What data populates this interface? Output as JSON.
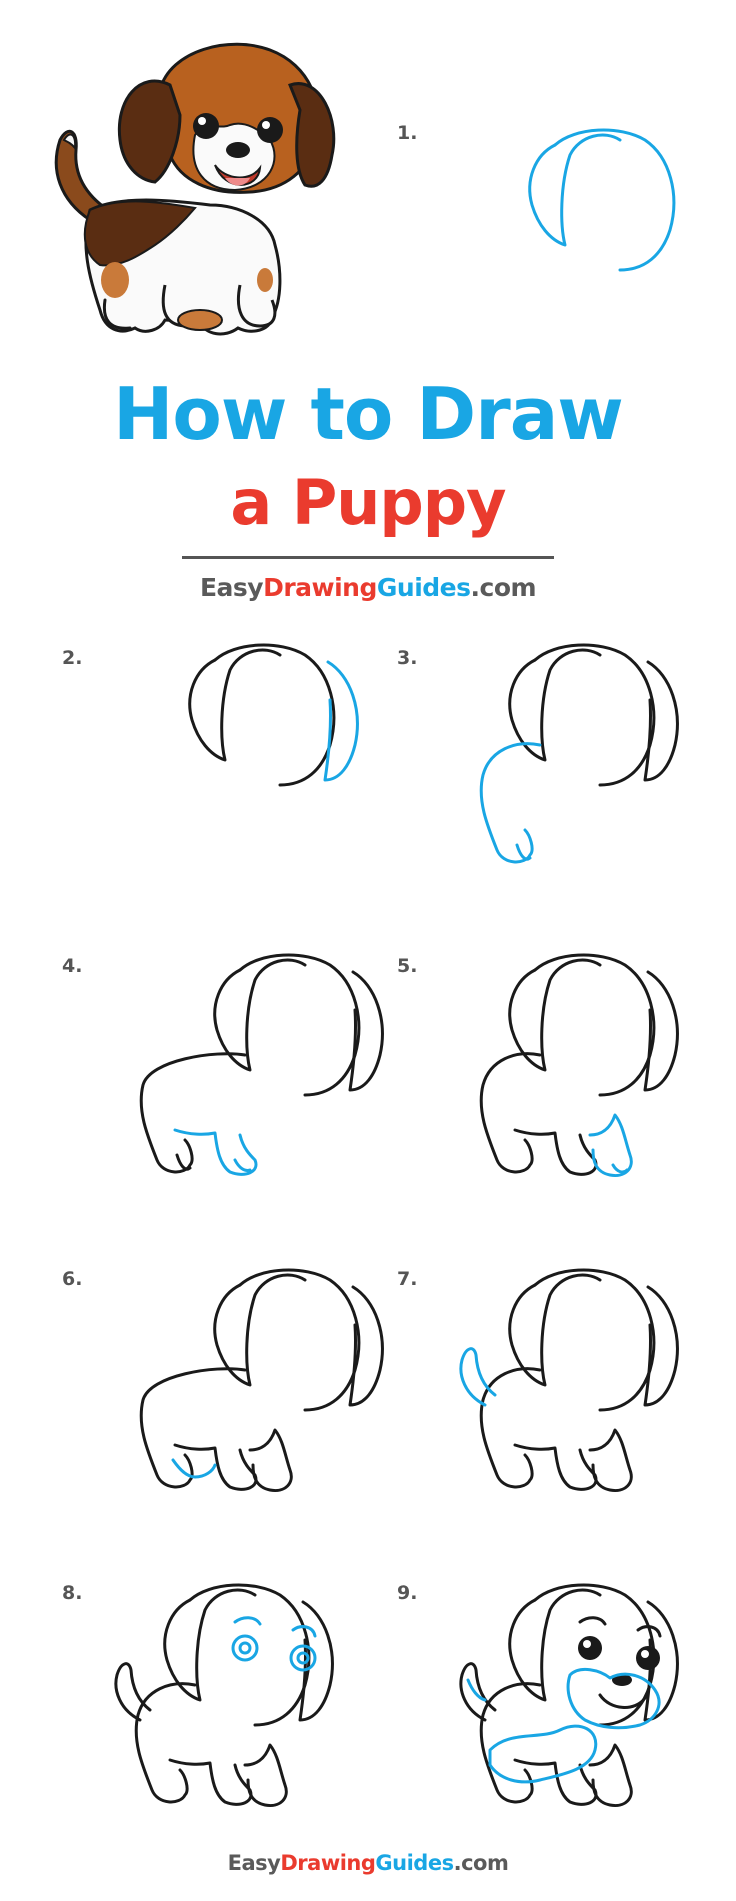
{
  "title": {
    "line1": "How to Draw",
    "line2": "a Puppy"
  },
  "brand": {
    "part1": "Easy",
    "part2": "Drawing",
    "part3": "Guides",
    "part4": ".com"
  },
  "steps": [
    "1.",
    "2.",
    "3.",
    "4.",
    "5.",
    "6.",
    "7.",
    "8.",
    "9."
  ],
  "colors": {
    "title_blue": "#19a6e4",
    "title_red": "#ea3b2e",
    "new_stroke": "#19a6e4",
    "text_gray": "#555555",
    "puppy_brown": "#8a4a1c",
    "puppy_tan": "#c97a3a"
  }
}
